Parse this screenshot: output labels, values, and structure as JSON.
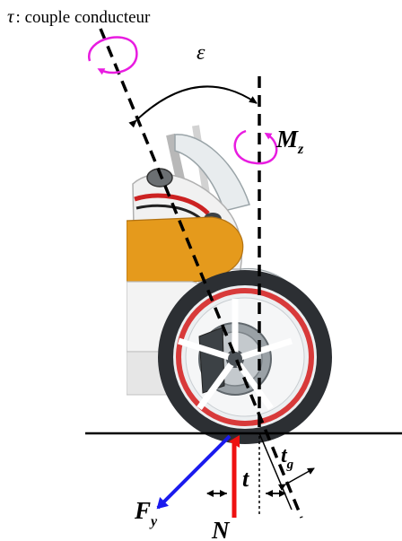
{
  "caption": {
    "symbol": "τ",
    "separator": ":",
    "text": "couple conducteur"
  },
  "labels": {
    "epsilon": "ε",
    "mz_main": "M",
    "mz_sub": "z",
    "t": "t",
    "tg_main": "t",
    "tg_sub": "g",
    "fy_main": "F",
    "fy_sub": "y",
    "n": "N"
  },
  "colors": {
    "torque_arrow": "#e81ce0",
    "normal_force": "#ee1111",
    "lateral_force": "#1a1aee",
    "lines": "#000000",
    "fairing_orange": "#e59a1c",
    "wheel_rim": "#d83a3a"
  }
}
